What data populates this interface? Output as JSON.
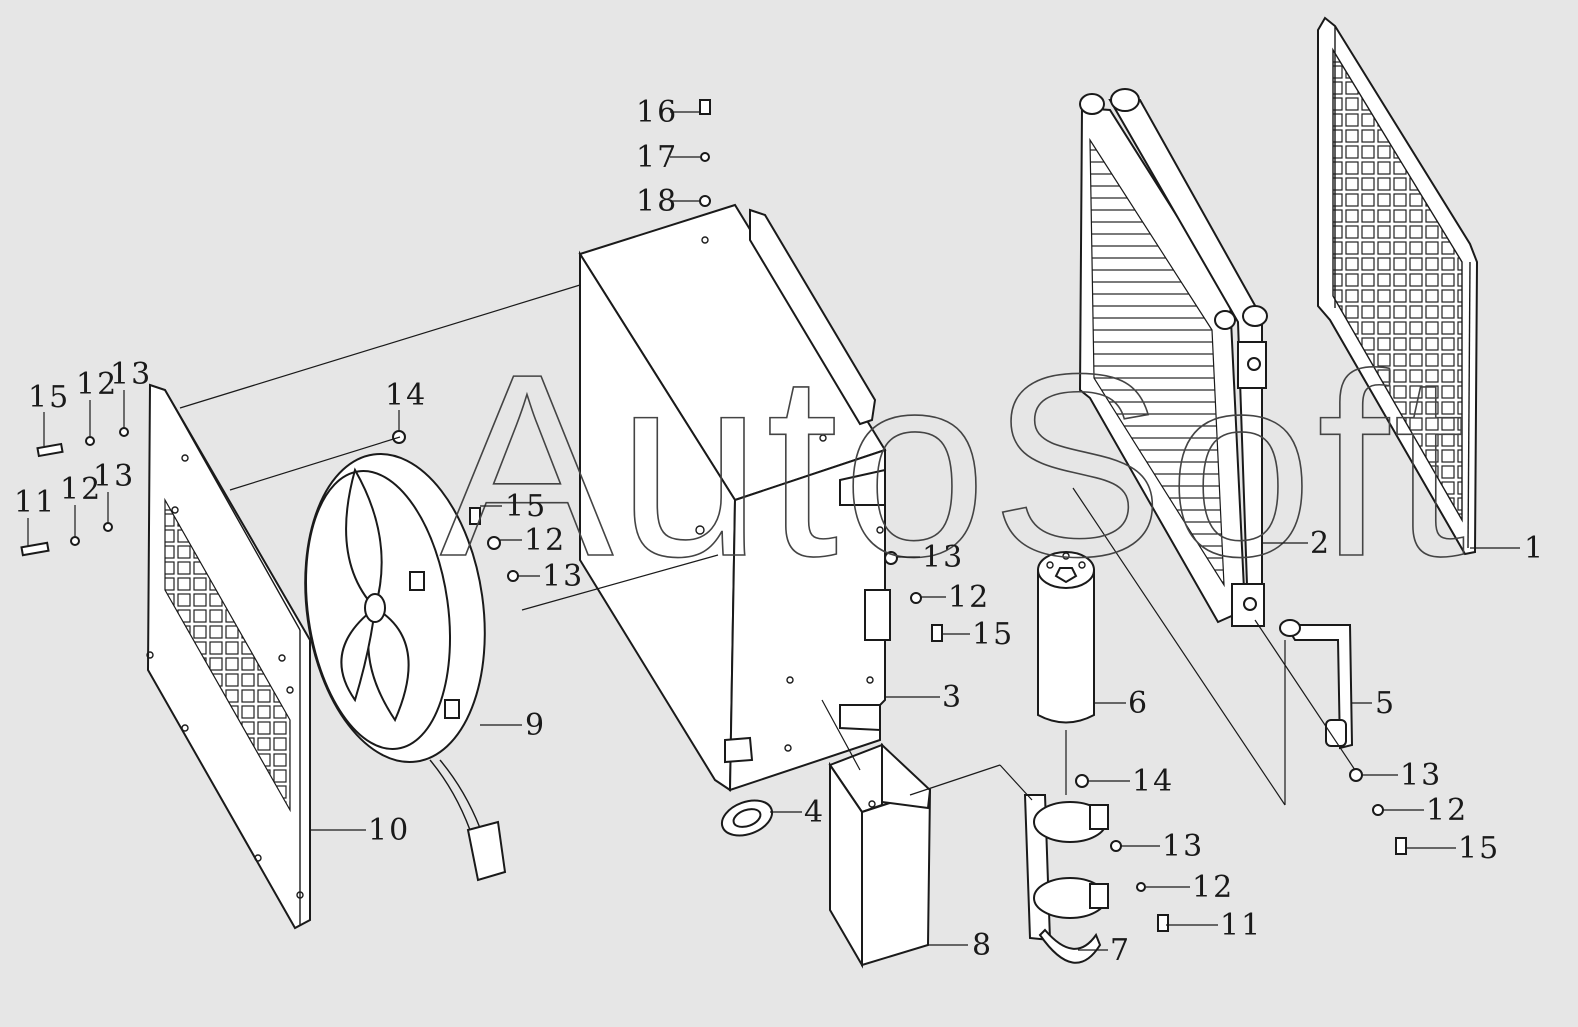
{
  "watermark": "AutoSoft",
  "callouts": [
    {
      "id": "c1",
      "text": "1"
    },
    {
      "id": "c2",
      "text": "2"
    },
    {
      "id": "c3",
      "text": "3"
    },
    {
      "id": "c4",
      "text": "4"
    },
    {
      "id": "c5",
      "text": "5"
    },
    {
      "id": "c6",
      "text": "6"
    },
    {
      "id": "c7",
      "text": "7"
    },
    {
      "id": "c8",
      "text": "8"
    },
    {
      "id": "c9",
      "text": "9"
    },
    {
      "id": "c10",
      "text": "10"
    },
    {
      "id": "c11a",
      "text": "11"
    },
    {
      "id": "c11b",
      "text": "11"
    },
    {
      "id": "c12a",
      "text": "12"
    },
    {
      "id": "c12b",
      "text": "12"
    },
    {
      "id": "c12c",
      "text": "12"
    },
    {
      "id": "c12d",
      "text": "12"
    },
    {
      "id": "c12e",
      "text": "12"
    },
    {
      "id": "c12f",
      "text": "12"
    },
    {
      "id": "c13a",
      "text": "13"
    },
    {
      "id": "c13b",
      "text": "13"
    },
    {
      "id": "c13c",
      "text": "13"
    },
    {
      "id": "c13d",
      "text": "13"
    },
    {
      "id": "c13e",
      "text": "13"
    },
    {
      "id": "c13f",
      "text": "13"
    },
    {
      "id": "c14a",
      "text": "14"
    },
    {
      "id": "c14b",
      "text": "14"
    },
    {
      "id": "c15a",
      "text": "15"
    },
    {
      "id": "c15b",
      "text": "15"
    },
    {
      "id": "c15c",
      "text": "15"
    },
    {
      "id": "c15d",
      "text": "15"
    },
    {
      "id": "c16",
      "text": "16"
    },
    {
      "id": "c17",
      "text": "17"
    },
    {
      "id": "c18",
      "text": "18"
    }
  ]
}
